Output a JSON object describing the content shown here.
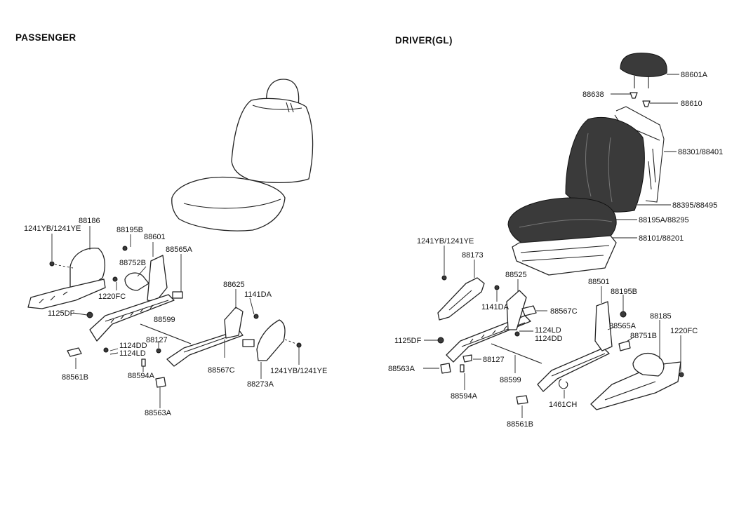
{
  "sections": {
    "passenger": "PASSENGER",
    "driver": "DRIVER(GL)"
  },
  "labels": {
    "p_88186": "88186",
    "p_1241yb_top": "1241YB/1241YE",
    "p_88195b": "88195B",
    "p_88601": "88601",
    "p_88752b": "88752B",
    "p_88565a": "88565A",
    "p_1220fc": "1220FC",
    "p_1125df": "1125DF",
    "p_88625": "88625",
    "p_1141da": "1141DA",
    "p_88599": "88599",
    "p_88127": "88127",
    "p_1124dd": "1124DD",
    "p_1124ld": "1124LD",
    "p_88561b": "88561B",
    "p_88594a": "88594A",
    "p_88567c": "88567C",
    "p_88273a": "88273A",
    "p_1241yb_bot": "1241YB/1241YE",
    "p_88563a": "88563A",
    "d_88601a": "88601A",
    "d_88638": "88638",
    "d_88610": "88610",
    "d_88301": "88301/88401",
    "d_88395": "88395/88495",
    "d_88195a": "88195A/88295",
    "d_88101": "88101/88201",
    "d_1241yb": "1241YB/1241YE",
    "d_88173": "88173",
    "d_88525": "88525",
    "d_1141da": "1141DA",
    "d_88567c": "88567C",
    "d_88501": "88501",
    "d_88195b": "88195B",
    "d_88185": "88185",
    "d_1124ld": "1124LD",
    "d_1124dd": "1124DD",
    "d_88565a": "88565A",
    "d_88751b": "88751B",
    "d_1220fc": "1220FC",
    "d_1125df": "1125DF",
    "d_88563a": "88563A",
    "d_88127": "88127",
    "d_88599": "88599",
    "d_88594a": "88594A",
    "d_1461ch": "1461CH",
    "d_88561b": "88561B"
  }
}
